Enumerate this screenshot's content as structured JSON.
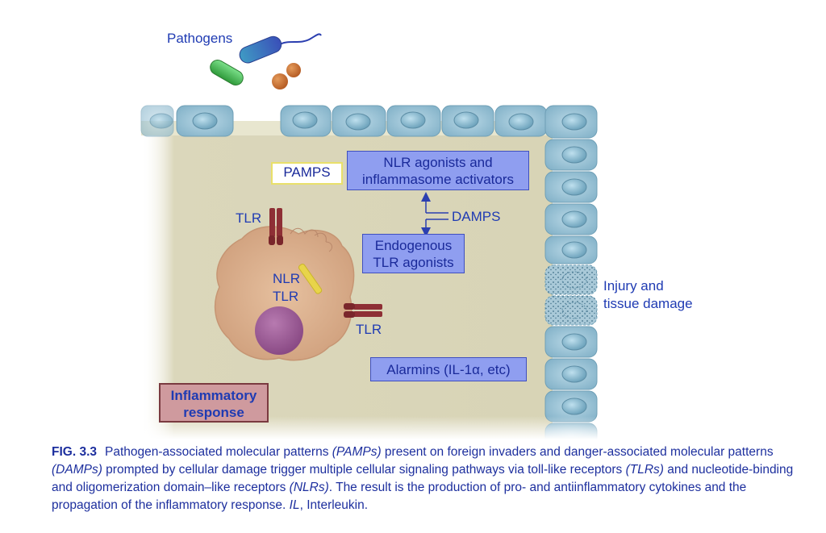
{
  "figure": {
    "labels": {
      "pathogens": "Pathogens",
      "pamps": "PAMPS",
      "nlr_agonists_line1": "NLR agonists and",
      "nlr_agonists_line2": "inflammasome activators",
      "damps": "DAMPS",
      "endogenous_line1": "Endogenous",
      "endogenous_line2": "TLR agonists",
      "tlr_top": "TLR",
      "nlr": "NLR",
      "tlr_mid": "TLR",
      "tlr_right": "TLR",
      "injury_line1": "Injury and",
      "injury_line2": "tissue damage",
      "alarmins": "Alarmins (IL-1α, etc)",
      "inflammatory_line1": "Inflammatory",
      "inflammatory_line2": "response"
    },
    "colors": {
      "label_text": "#1f3bb3",
      "blue_box_fill": "#8f9ef0",
      "tissue_fill": "#dbd7bb",
      "epithelial_cell": "#9cc3d6",
      "macrophage": "#dcb08e",
      "nucleus": "#9a5a94",
      "receptor_tlr": "#8e2f35",
      "receptor_nlr": "#e8d44a",
      "inflammatory_box": "#cf9a9e"
    }
  },
  "caption": {
    "fig_label": "FIG. 3.3",
    "t1": "Pathogen-associated molecular patterns ",
    "i1": "(PAMPs)",
    "t2": " present on foreign invaders and danger-associated molecular patterns ",
    "i2": "(DAMPs)",
    "t3": " prompted by cellular damage trigger multiple cellular signaling pathways via toll-like receptors ",
    "i3": "(TLRs)",
    "t4": " and nucleotide-binding and oligomerization domain–like receptors ",
    "i4": "(NLRs)",
    "t5": ". The result is the production of pro- and antiinflammatory cytokines and the propagation of the inflammatory response. ",
    "i5": "IL",
    "t6": ", Interleukin."
  }
}
